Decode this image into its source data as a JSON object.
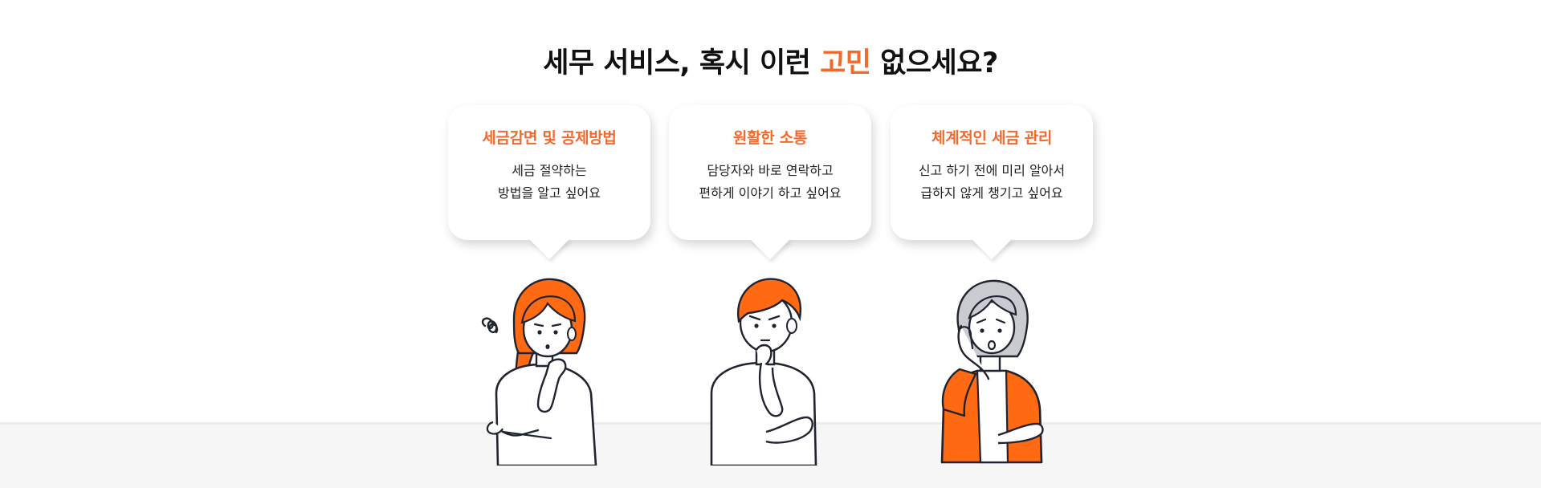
{
  "heading": {
    "before": "세무 서비스, 혹시 이런 ",
    "accent": "고민",
    "after": " 없으세요?"
  },
  "colors": {
    "accent": "#f26a2e",
    "hair_orange": "#ff6a13",
    "hair_gray": "#c9cbd1",
    "ink": "#1f2430"
  },
  "concerns": [
    {
      "title": "세금감면 및 공제방법",
      "lines": [
        "세금 절약하는",
        "방법을 알고 싶어요"
      ]
    },
    {
      "title": "원활한 소통",
      "lines": [
        "담당자와 바로 연락하고",
        "편하게 이야기 하고 싶어요"
      ]
    },
    {
      "title": "체계적인 세금 관리",
      "lines": [
        "신고 하기 전에 미리 알아서",
        "급하지 않게 챙기고 싶어요"
      ]
    }
  ]
}
